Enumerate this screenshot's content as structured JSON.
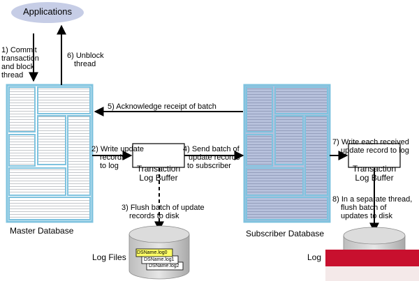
{
  "nodes": {
    "applications": "Applications",
    "master_database": "Master Database",
    "subscriber_database": "Subscriber Database",
    "master_log_buffer": [
      "Transaction",
      "Log Buffer"
    ],
    "subscriber_log_buffer": [
      "Transaction",
      "Log Buffer"
    ],
    "log_files_left": "Log Files",
    "log_files_right": "Log",
    "log_files": [
      "DSName.log0",
      "DSName.log1",
      "DSName.log2"
    ]
  },
  "steps": {
    "step1": [
      "1) Commit",
      "transaction",
      "and block",
      "thread"
    ],
    "step2": [
      "2) Write update",
      "records",
      "to log"
    ],
    "step3": [
      "3) Flush batch of update",
      "records to disk"
    ],
    "step4": [
      "4) Send batch of",
      "update records",
      "to subscriber"
    ],
    "step5": "5) Acknowledge receipt of batch",
    "step6": [
      "6) Unblock",
      "thread"
    ],
    "step7": [
      "7) Write each received",
      "update record to log"
    ],
    "step8": [
      "8) In a separate thread,",
      "flush batch of",
      "updates to disk"
    ]
  },
  "colors": {
    "frame": "#7fc3df",
    "master_fill": "#ffffff",
    "subscriber_fill": "#b7c1dc",
    "applications_fill": "#c6cde6",
    "disk_fill": "#d9d9d9",
    "file_highlight": "#ffff66",
    "watermark": "#c8102e"
  }
}
